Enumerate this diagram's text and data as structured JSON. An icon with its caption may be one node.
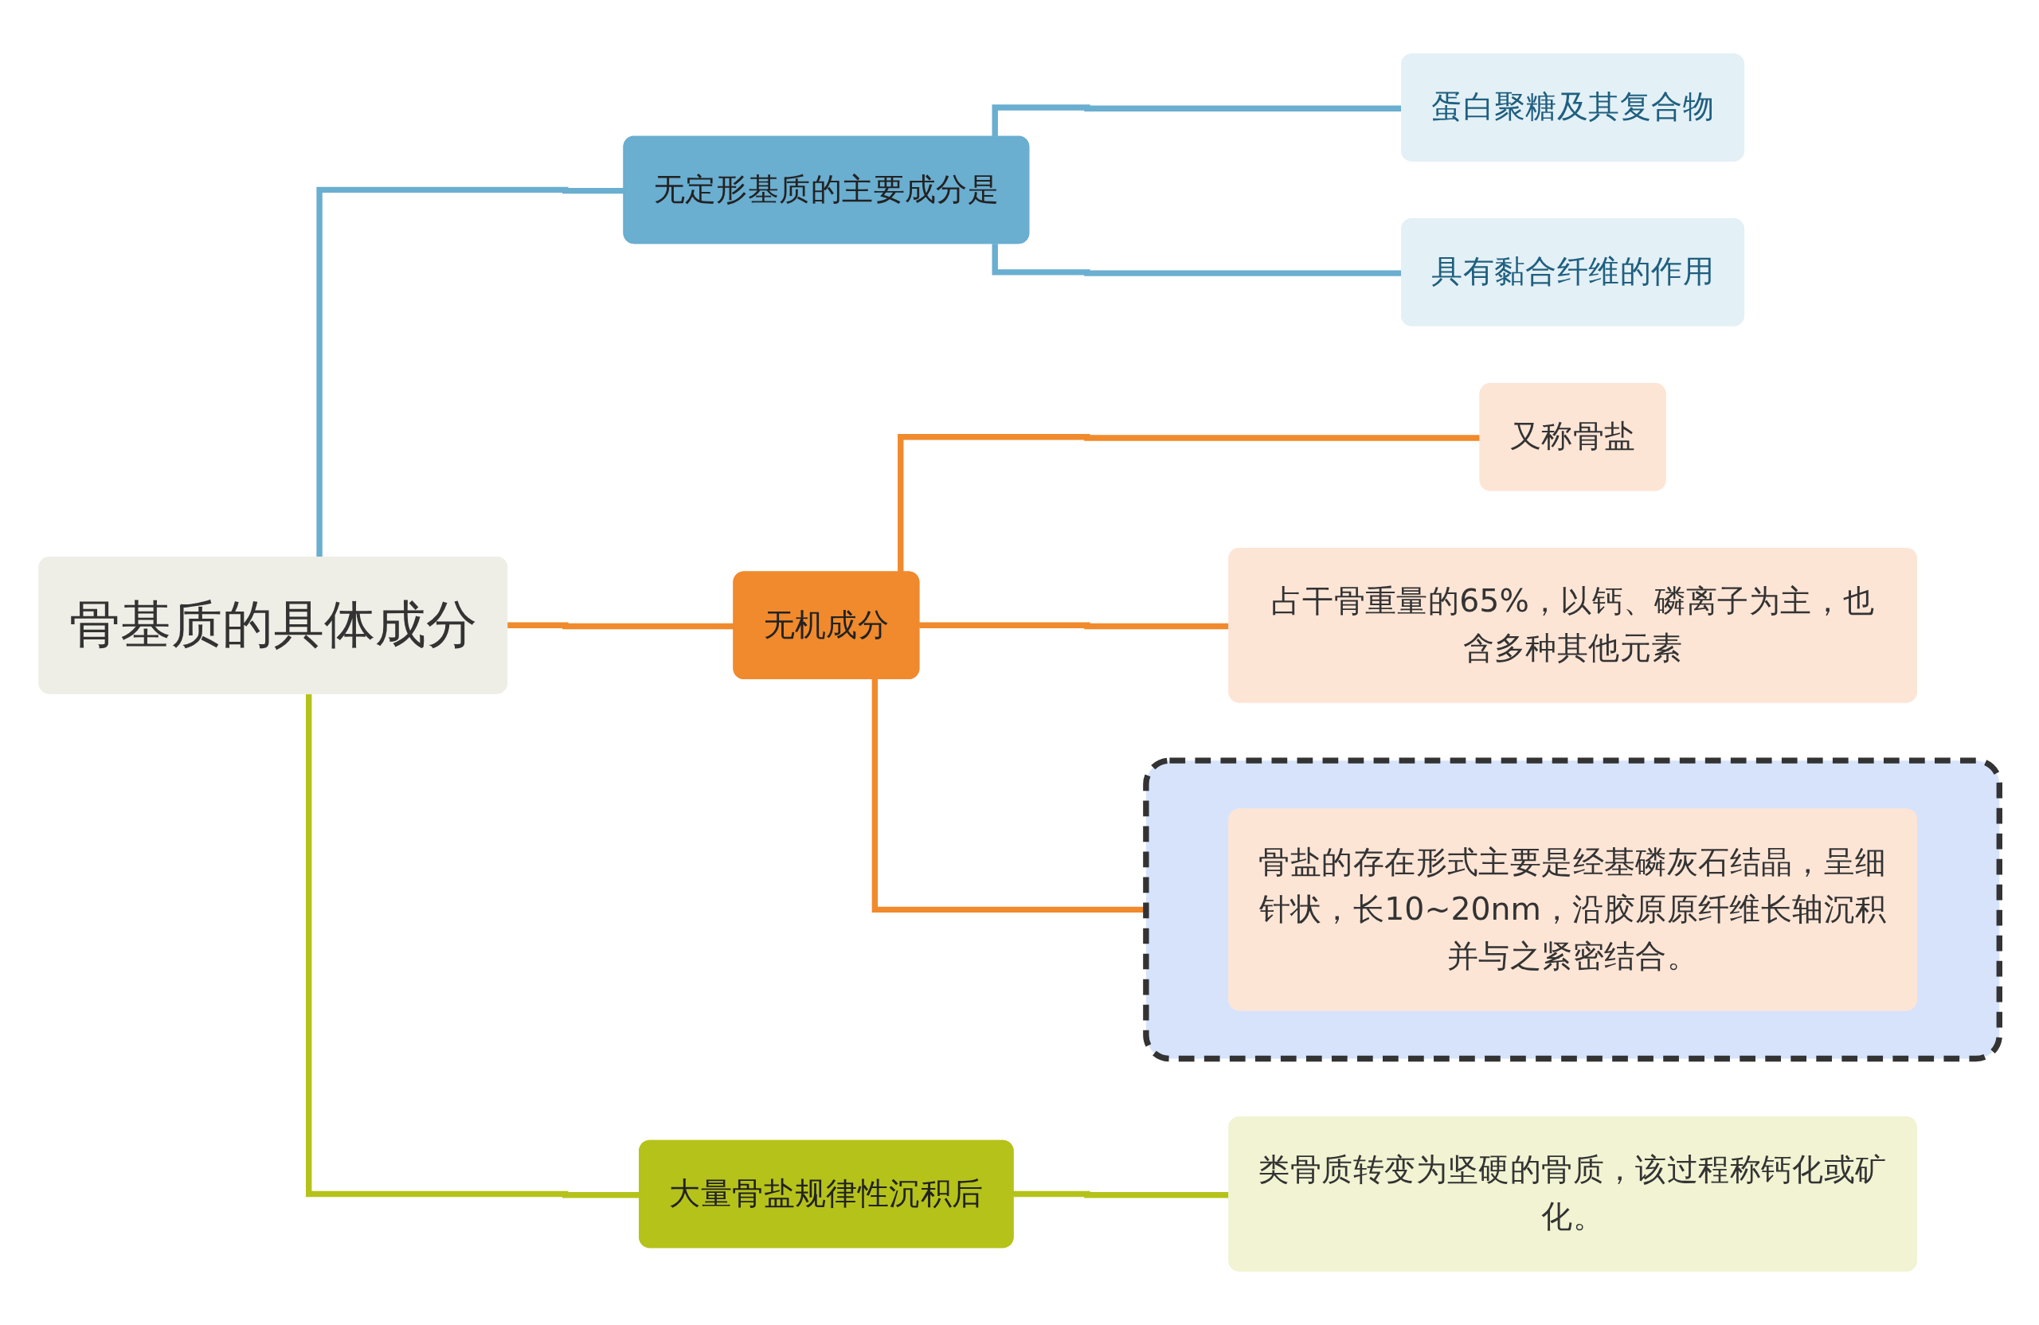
{
  "diagram": {
    "nodes": [
      {
        "text": [
          "骨基质的具体成分"
        ]
      },
      {
        "text": [
          "无定形基质的主要成分是"
        ]
      },
      {
        "text": [
          "蛋白聚糖及其复合物"
        ]
      },
      {
        "text": [
          "具有黏合纤维的作用"
        ]
      },
      {
        "text": [
          "无机成分"
        ]
      },
      {
        "text": [
          "又称骨盐"
        ]
      },
      {
        "text": [
          "占干骨重量的65%，以钙、磷离子为主，也含多种其他元素"
        ]
      },
      {
        "text": [],
        "shape": "box"
      },
      {
        "text": [
          "骨盐的存在形式主要是经基磷灰石结晶，呈细针状，长10~20nm，沿胶原原纤维长轴沉积并与之紧密结合。"
        ],
        "in": 7
      },
      {
        "text": [
          "大量骨盐规律性沉积后"
        ]
      },
      {
        "text": [
          "类骨质转变为坚硬的骨质，该过程称钙化或矿化。"
        ]
      }
    ],
    "edges": [
      {
        "from": 0,
        "to": 1,
        "arrow": "none",
        "color": "#6aaed0"
      },
      {
        "from": 0,
        "to": 4,
        "arrow": "none",
        "color": "#f08a2c"
      },
      {
        "from": 0,
        "to": 9,
        "arrow": "none",
        "color": "#b5c21a"
      },
      {
        "from": 1,
        "to": 2,
        "arrow": "none",
        "color": "#6aaed0"
      },
      {
        "from": 1,
        "to": 3,
        "arrow": "none",
        "color": "#6aaed0"
      },
      {
        "from": 4,
        "to": 5,
        "arrow": "none",
        "color": "#f08a2c"
      },
      {
        "from": 4,
        "to": 6,
        "arrow": "none",
        "color": "#f08a2c"
      },
      {
        "from": 4,
        "to": 7,
        "arrow": "none",
        "color": "#f08a2c"
      },
      {
        "from": 9,
        "to": 10,
        "arrow": "none",
        "color": "#b5c21a"
      }
    ]
  }
}
